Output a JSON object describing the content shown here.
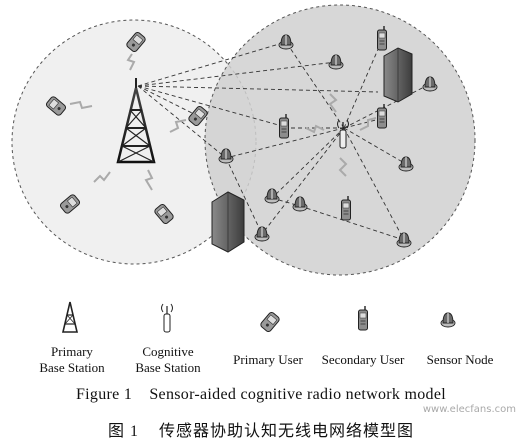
{
  "legend": {
    "primary_base_station": "Primary\nBase Station",
    "cognitive_base_station": "Cognitive\nBase Station",
    "primary_user": "Primary User",
    "secondary_user": "Secondary User",
    "sensor_node": "Sensor Node"
  },
  "caption": {
    "english": "Figure 1    Sensor-aided cognitive radio network model",
    "chinese": "图 1    传感器协助认知无线电网络模型图"
  },
  "watermark": "www.elecfans.com",
  "colors": {
    "primary_cell_fill": "#eeeeee",
    "cognitive_cell_fill": "#cfcfcf",
    "cell_border": "#555555",
    "link_line": "#333333"
  }
}
